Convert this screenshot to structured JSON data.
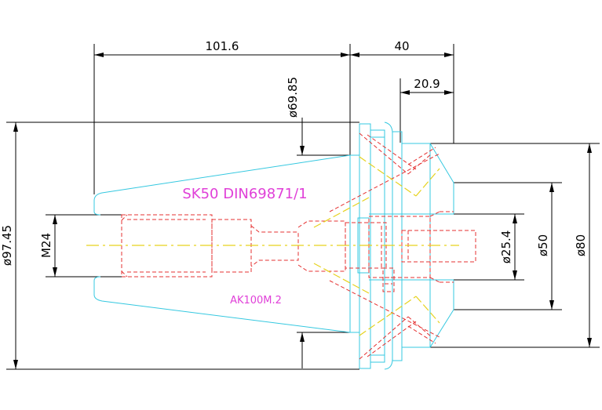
{
  "labels": {
    "title": "SK50  DIN69871/1",
    "part": "AK100M.2"
  },
  "dimensions": {
    "length_main": "101.6",
    "length_nut": "40",
    "length_collar": "20.9",
    "dia_flange": "ø69.85",
    "dia_body": "ø97.45",
    "thread": "M24",
    "dia_bore": "ø25.4",
    "dia_nut_inner": "ø50",
    "dia_nut_outer": "ø80"
  },
  "colors": {
    "body_outline": "#35c8e0",
    "hidden_lines": "#e53030",
    "center_line": "#e6d21e",
    "annotation_text": "#e040d8",
    "dimension_lines": "#000000"
  }
}
